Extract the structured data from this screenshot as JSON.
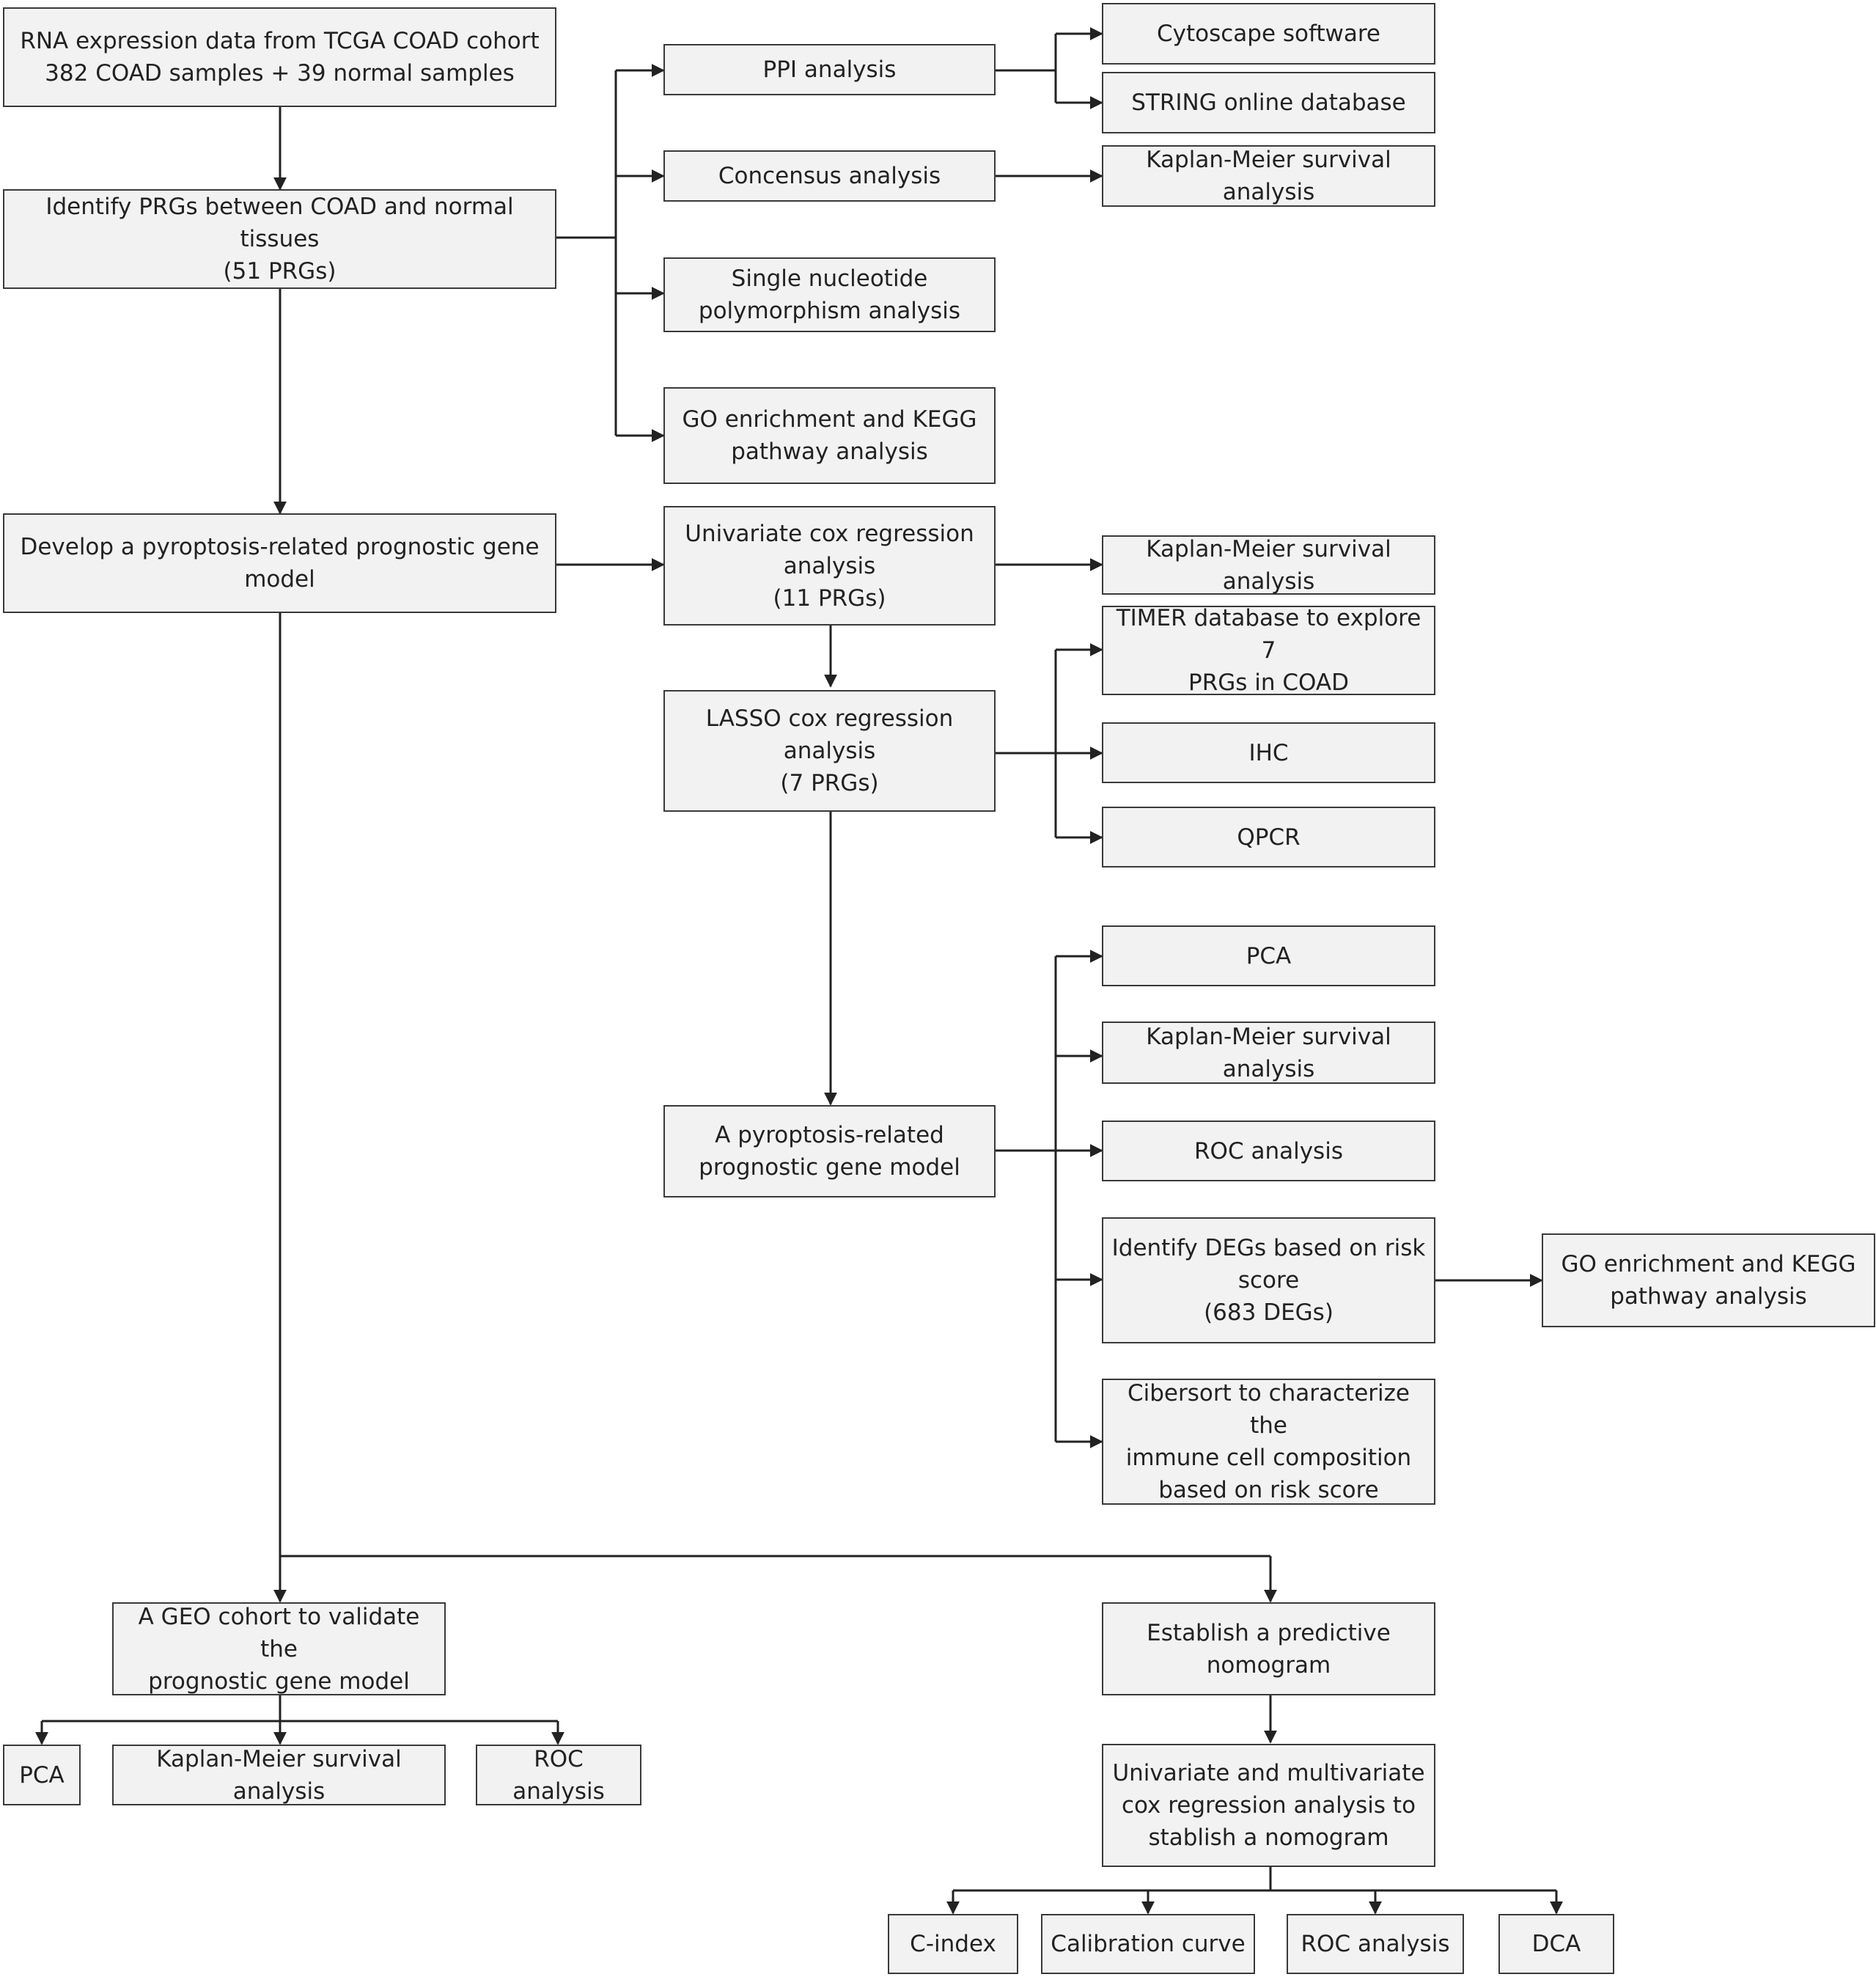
{
  "nodes": {
    "n01": "RNA expression data from TCGA COAD cohort\n382 COAD samples + 39 normal samples",
    "n02": "Identify PRGs between COAD and normal tissues\n(51 PRGs)",
    "n03": "Develop a pyroptosis-related prognostic gene\nmodel",
    "n04": "PPI analysis",
    "n05": "Concensus analysis",
    "n06": "Single nucleotide\npolymorphism analysis",
    "n07": "GO enrichment and KEGG\npathway analysis",
    "n08": "Cytoscape software",
    "n09": "STRING online database",
    "n10": "Kaplan-Meier survival analysis",
    "n11": "Univariate cox regression\nanalysis\n(11 PRGs)",
    "n12": "Kaplan-Meier survival analysis",
    "n13": "LASSO cox regression\nanalysis\n(7 PRGs)",
    "n14": "TIMER database to explore 7\nPRGs in COAD",
    "n15": "IHC",
    "n16": "QPCR",
    "n17": "A pyroptosis-related\nprognostic gene model",
    "n18": "PCA",
    "n19": "Kaplan-Meier survival analysis",
    "n20": "ROC analysis",
    "n21": "Identify DEGs based on risk\nscore\n(683 DEGs)",
    "n22": "GO enrichment and KEGG\npathway analysis",
    "n23": "Cibersort to characterize the\nimmune cell composition\nbased on risk score",
    "n24": "A GEO cohort to validate the\nprognostic gene model",
    "n25": "Establish  a predictive\nnomogram",
    "n26": "PCA",
    "n27": "Kaplan-Meier survival analysis",
    "n28": "ROC analysis",
    "n29": "Univariate and multivariate\ncox regression analysis to\nstablish a nomogram",
    "n30": "C-index",
    "n31": "Calibration curve",
    "n32": "ROC analysis",
    "n33": "DCA"
  },
  "colors": {
    "box_fill": "#f2f2f2",
    "box_border": "#3a3a3a",
    "line": "#222222"
  }
}
